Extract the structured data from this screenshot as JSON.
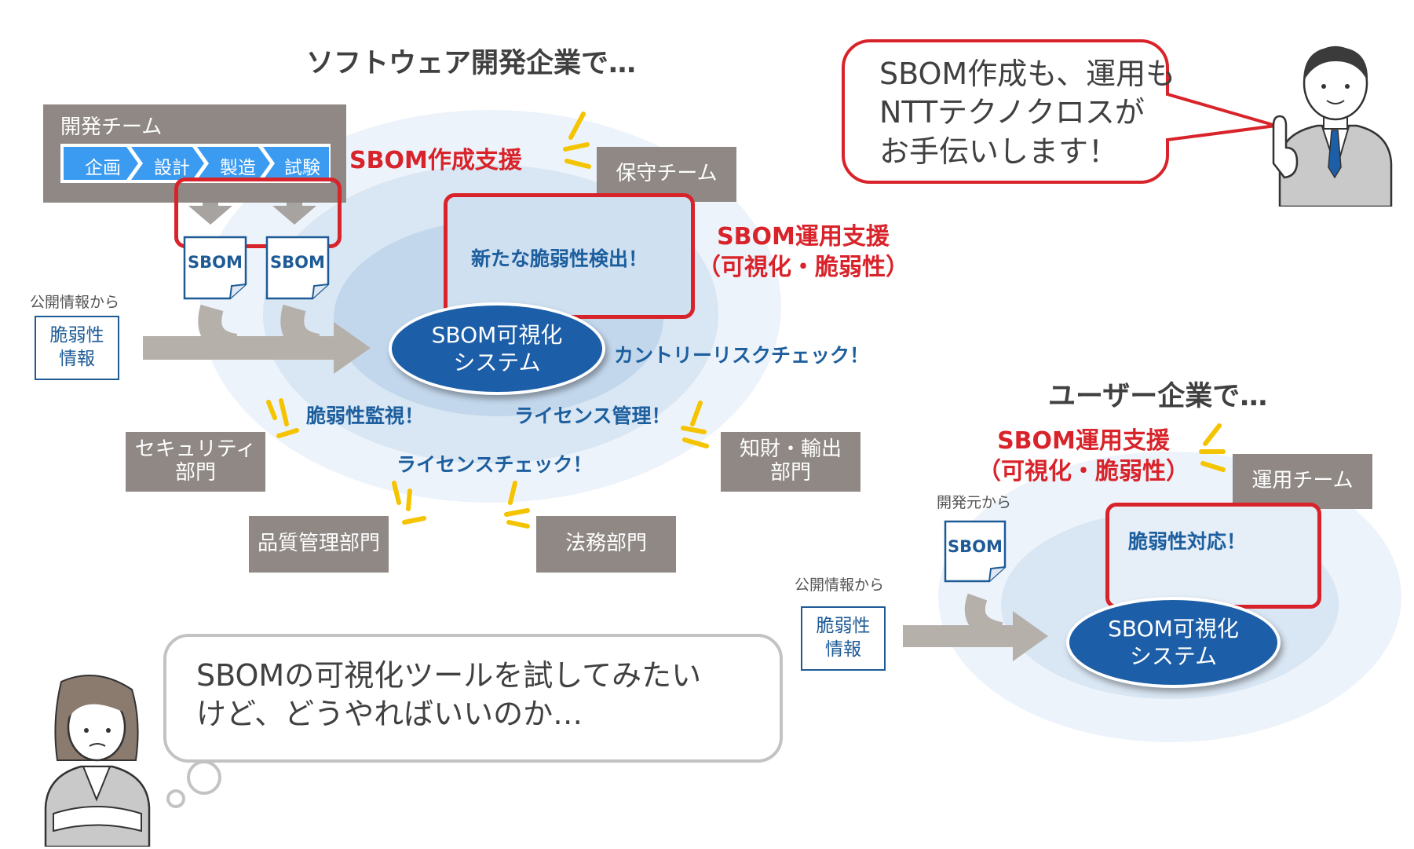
{
  "left_section": {
    "heading": "ソフトウェア開発企業で…",
    "dev_team": {
      "title": "開発チーム",
      "steps": [
        "企画",
        "設計",
        "製造",
        "試験"
      ]
    },
    "sbom_doc_label": "SBOM",
    "sbom_create_support": "SBOM作成支援",
    "public_info_label": "公開情報から",
    "vuln_box": "脆弱性\n情報",
    "system_label": "SBOM可視化\nシステム",
    "new_vuln_detect": "新たな脆弱性検出！",
    "sbom_ops_support": "SBOM運用支援\n（可視化・脆弱性）",
    "maint_team": "保守チーム",
    "country_risk": "カントリーリスクチェック！",
    "vuln_monitor": "脆弱性監視！",
    "license_mgmt": "ライセンス管理！",
    "license_check": "ライセンスチェック！",
    "security_dept": "セキュリティ\n部門",
    "ip_export_dept": "知財・輸出\n部門",
    "quality_dept": "品質管理部門",
    "legal_dept": "法務部門"
  },
  "right_section": {
    "speech": "SBOM作成も、運用も\nNTTテクノクロスが\nお手伝いします！",
    "heading": "ユーザー企業で…",
    "sbom_ops_support": "SBOM運用支援\n（可視化・脆弱性）",
    "ops_team": "運用チーム",
    "from_developer": "開発元から",
    "sbom_doc_label": "SBOM",
    "public_info_label": "公開情報から",
    "vuln_box": "脆弱性\n情報",
    "vuln_response": "脆弱性対応！",
    "system_label": "SBOM可視化\nシステム"
  },
  "thought_bubble": "SBOMの可視化ツールを試してみたい\nけど、どうやればいいのか…",
  "colors": {
    "accent_red": "#d9232a",
    "brand_blue": "#1c5ea8",
    "text_blue": "#1d5f9e",
    "dept_gray": "#8f8884",
    "process_blue": "#3b9bf0",
    "sparkle_yellow": "#f5c400"
  }
}
